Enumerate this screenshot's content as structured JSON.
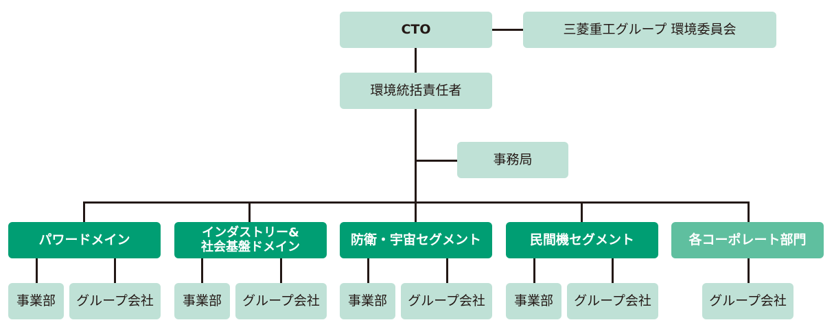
{
  "top": {
    "cto": "CTO",
    "committee": "三菱重工グループ 環境委員会",
    "officer": "環境統括責任者",
    "secretariat": "事務局"
  },
  "divisions": [
    {
      "label": "パワードメイン",
      "subs": [
        "事業部",
        "グループ会社"
      ]
    },
    {
      "label": "インダストリー&\n社会基盤ドメイン",
      "subs": [
        "事業部",
        "グループ会社"
      ]
    },
    {
      "label": "防衛・宇宙セグメント",
      "subs": [
        "事業部",
        "グループ会社"
      ]
    },
    {
      "label": "民間機セグメント",
      "subs": [
        "事業部",
        "グループ会社"
      ]
    },
    {
      "label": "各コーポレート部門",
      "subs": [
        "グループ会社"
      ]
    }
  ],
  "colors": {
    "light_box": "#bfe1d6",
    "division_box": "#009e73",
    "corporate_box": "#5fbf9f",
    "line": "#231815"
  }
}
